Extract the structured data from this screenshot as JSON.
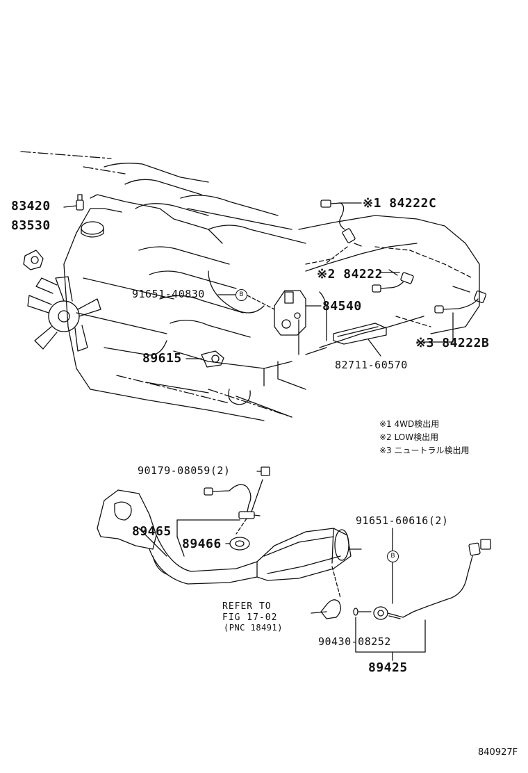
{
  "parts": {
    "p83420": "83420",
    "p83530": "83530",
    "p84222c": "※1 84222C",
    "p84222": "※2 84222",
    "p84540": "84540",
    "p91651_40830": "91651-40830",
    "p84222b": "※3 84222B",
    "p89615": "89615",
    "p82711": "82711-60570",
    "p90179": "90179-08059(2)",
    "p89465": "89465",
    "p89466": "89466",
    "p91651_60616": "91651-60616(2)",
    "p90430": "90430-08252",
    "p89425": "89425"
  },
  "markers": {
    "bolt_b": "B"
  },
  "notes": {
    "n1": "※1 4WD検出用",
    "n2": "※2 LOW検出用",
    "n3": "※3 ニュートラル検出用"
  },
  "refer": {
    "line1": "REFER TO",
    "line2": "FIG 17-02",
    "line3": "(PNC 18491)"
  },
  "figure_code": "840927F",
  "colors": {
    "ink": "#111111",
    "paper": "#ffffff"
  }
}
